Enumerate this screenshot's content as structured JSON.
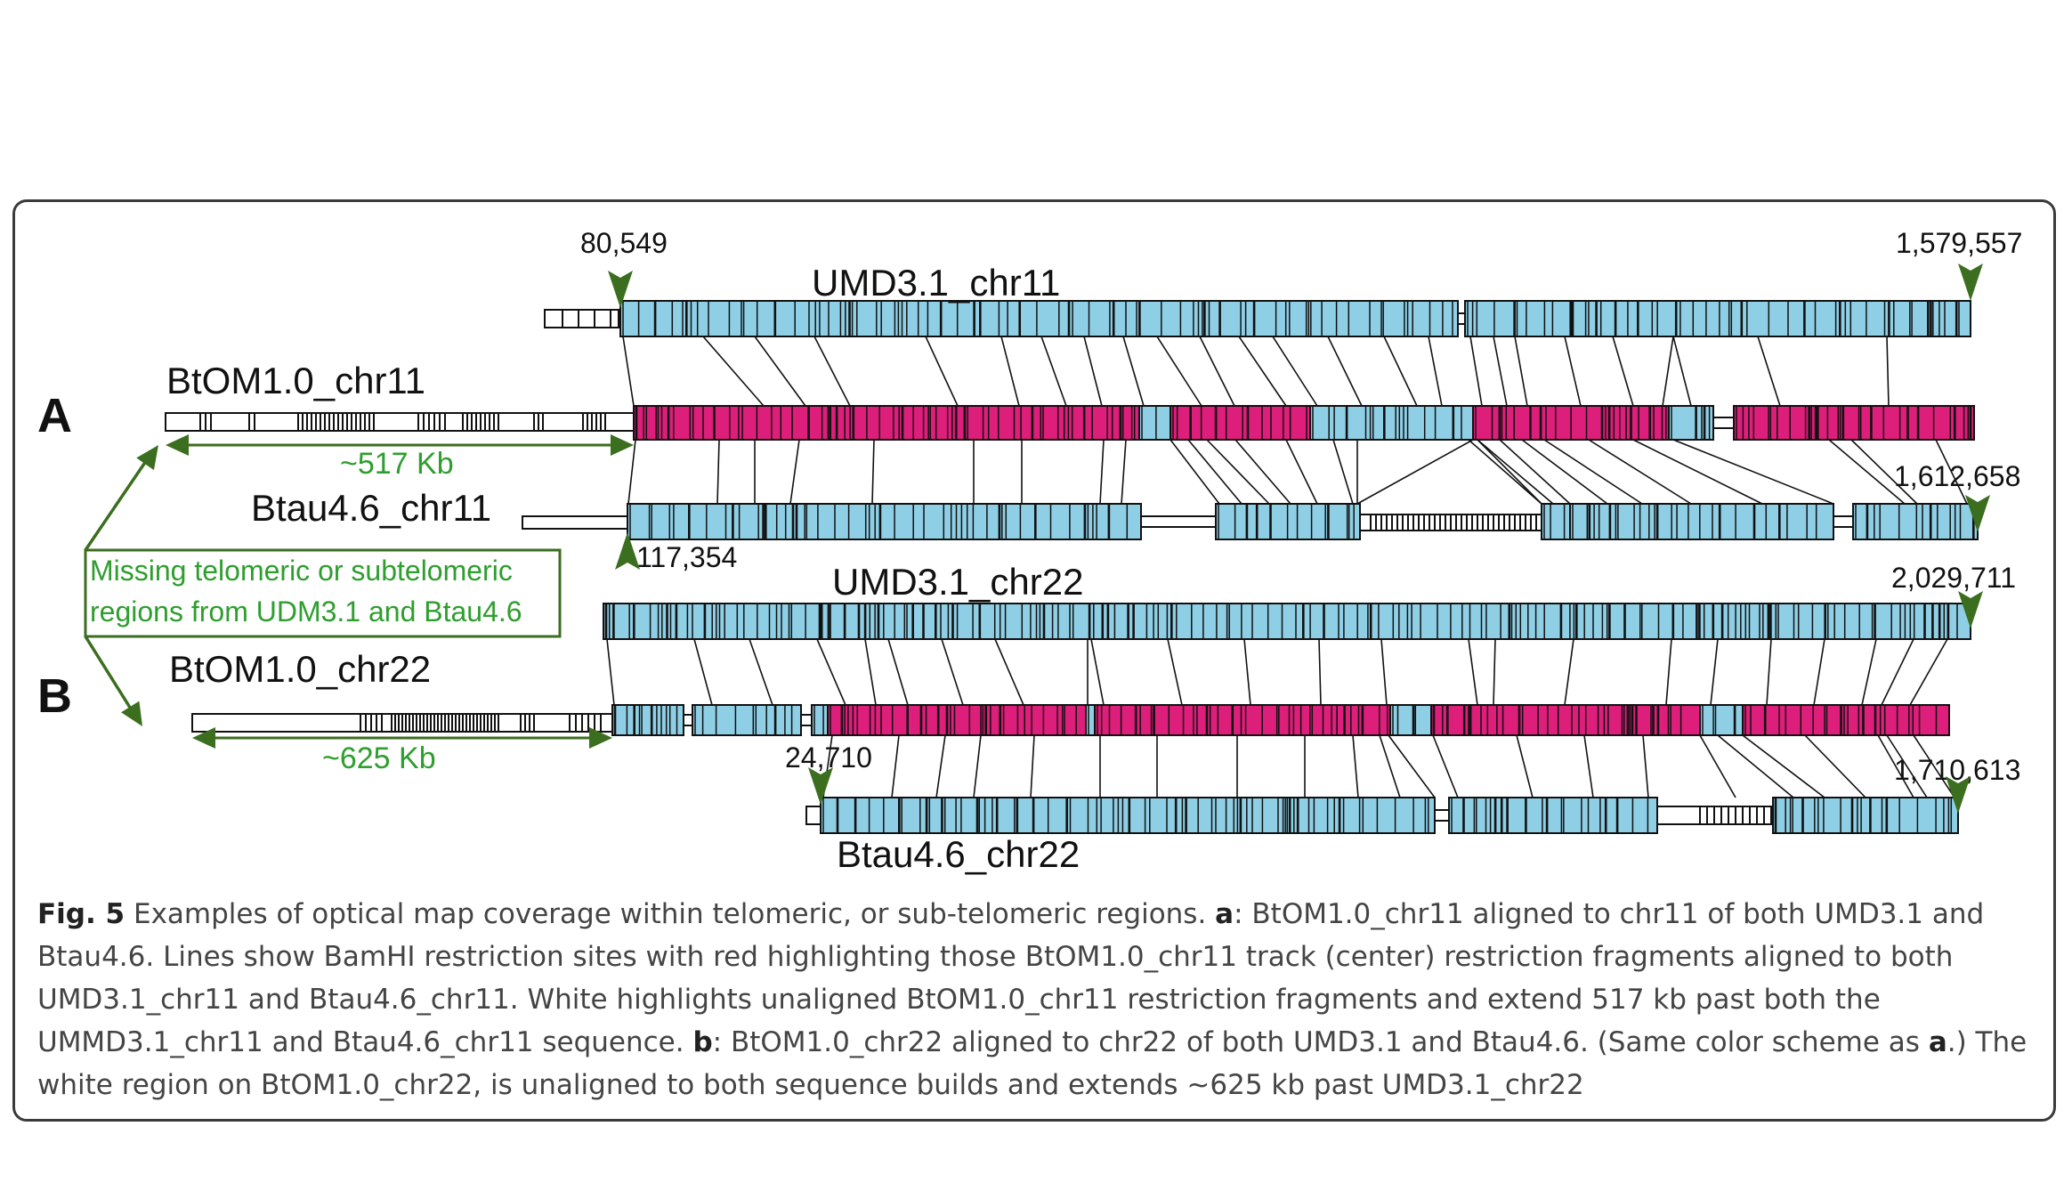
{
  "colors": {
    "aligned_reference": "#8fcfe6",
    "aligned_optical": "#dd1e7a",
    "unaligned": "#ffffff",
    "annotation": "#3b6e1f",
    "annotation_text": "#2e9e2e",
    "frame": "#3a3a3a"
  },
  "panel_a": {
    "label": "A",
    "top_track": {
      "name": "UMD3.1_chr11",
      "start": "80,549",
      "end": "1,579,557"
    },
    "middle_track": {
      "name": "BtOM1.0_chr11"
    },
    "bottom_track": {
      "name": "Btau4.6_chr11",
      "start": "117,354",
      "end": "1,612,658"
    },
    "unaligned_span": "~517 Kb"
  },
  "panel_b": {
    "label": "B",
    "top_track": {
      "name": "UMD3.1_chr22",
      "end": "2,029,711"
    },
    "middle_track": {
      "name": "BtOM1.0_chr22"
    },
    "bottom_track": {
      "name": "Btau4.6_chr22",
      "start": "24,710",
      "end": "1,710,613"
    },
    "unaligned_span": "~625 Kb"
  },
  "note": {
    "line1": "Missing telomeric or subtelomeric",
    "line2": "regions from UDM3.1 and Btau4.6"
  },
  "caption": {
    "fig_label": "Fig. 5",
    "part1": " Examples of optical map coverage within telomeric, or sub-telomeric regions. ",
    "a_label": "a",
    "part2": ": BtOM1.0_chr11 aligned to chr11 of both UMD3.1 and Btau4.6. Lines show BamHI restriction sites with red highlighting those BtOM1.0_chr11 track (center) restriction fragments aligned to both UMD3.1_chr11 and Btau4.6_chr11. White highlights unaligned BtOM1.0_chr11 restriction fragments and extend 517 kb past both the UMMD3.1_chr11 and Btau4.6_chr11 sequence. ",
    "b_label": "b",
    "part3": ": BtOM1.0_chr22 aligned to chr22 of both UMD3.1 and Btau4.6. (Same color scheme as ",
    "a_label2": "a",
    "part4": ".) The white region on BtOM1.0_chr22, is unaligned to both sequence builds and extends ~625 kb past UMD3.1_chr22"
  }
}
